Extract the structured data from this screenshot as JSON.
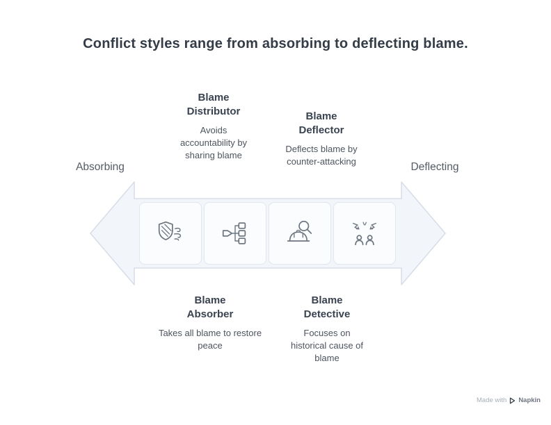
{
  "title": "Conflict styles range from absorbing to deflecting blame.",
  "spectrum": {
    "left": "Absorbing",
    "right": "Deflecting"
  },
  "styles": [
    {
      "name": "Blame Absorber",
      "description": "Takes all blame to restore peace",
      "icon": "shield-wind-icon",
      "label_position": "bottom"
    },
    {
      "name": "Blame Distributor",
      "description": "Avoids accountability by sharing blame",
      "icon": "distribute-icon",
      "label_position": "top"
    },
    {
      "name": "Blame Detective",
      "description": "Focuses on historical cause of blame",
      "icon": "helmet-magnifier-icon",
      "label_position": "bottom"
    },
    {
      "name": "Blame Deflector",
      "description": "Deflects blame by counter-attacking",
      "icon": "people-conflict-icon",
      "label_position": "top"
    }
  ],
  "watermark": {
    "prefix": "Made with",
    "brand": "Napkin"
  },
  "colors": {
    "background": "#ffffff",
    "title_text": "#333c47",
    "heading_text": "#3a4350",
    "body_text": "#4d545e",
    "axis_text": "#545b64",
    "arrow_fill": "#f2f5fa",
    "arrow_border": "#d7dde7",
    "box_fill": "#fbfcfe",
    "box_border": "#e1e6ef",
    "icon_stroke": "#6e7680"
  }
}
